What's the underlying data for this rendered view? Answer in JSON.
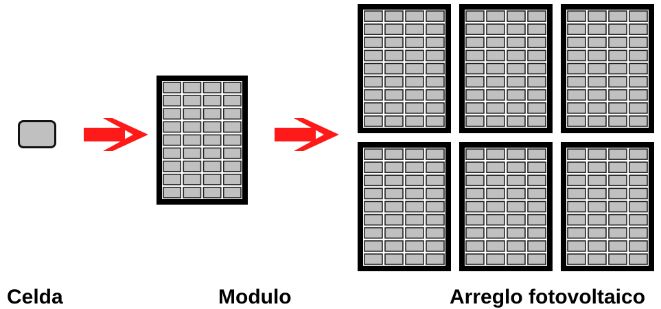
{
  "labels": {
    "cell": "Celda",
    "module": "Modulo",
    "array": "Arreglo fotovoltaico"
  },
  "colors": {
    "arrow": "#ff1a1a",
    "frame": "#000000",
    "cell_fill": "#c0c0c0",
    "cell_border": "#111111"
  },
  "module_grid": {
    "columns": 4,
    "rows": 9
  },
  "array_grid": {
    "columns": 3,
    "rows": 2
  }
}
